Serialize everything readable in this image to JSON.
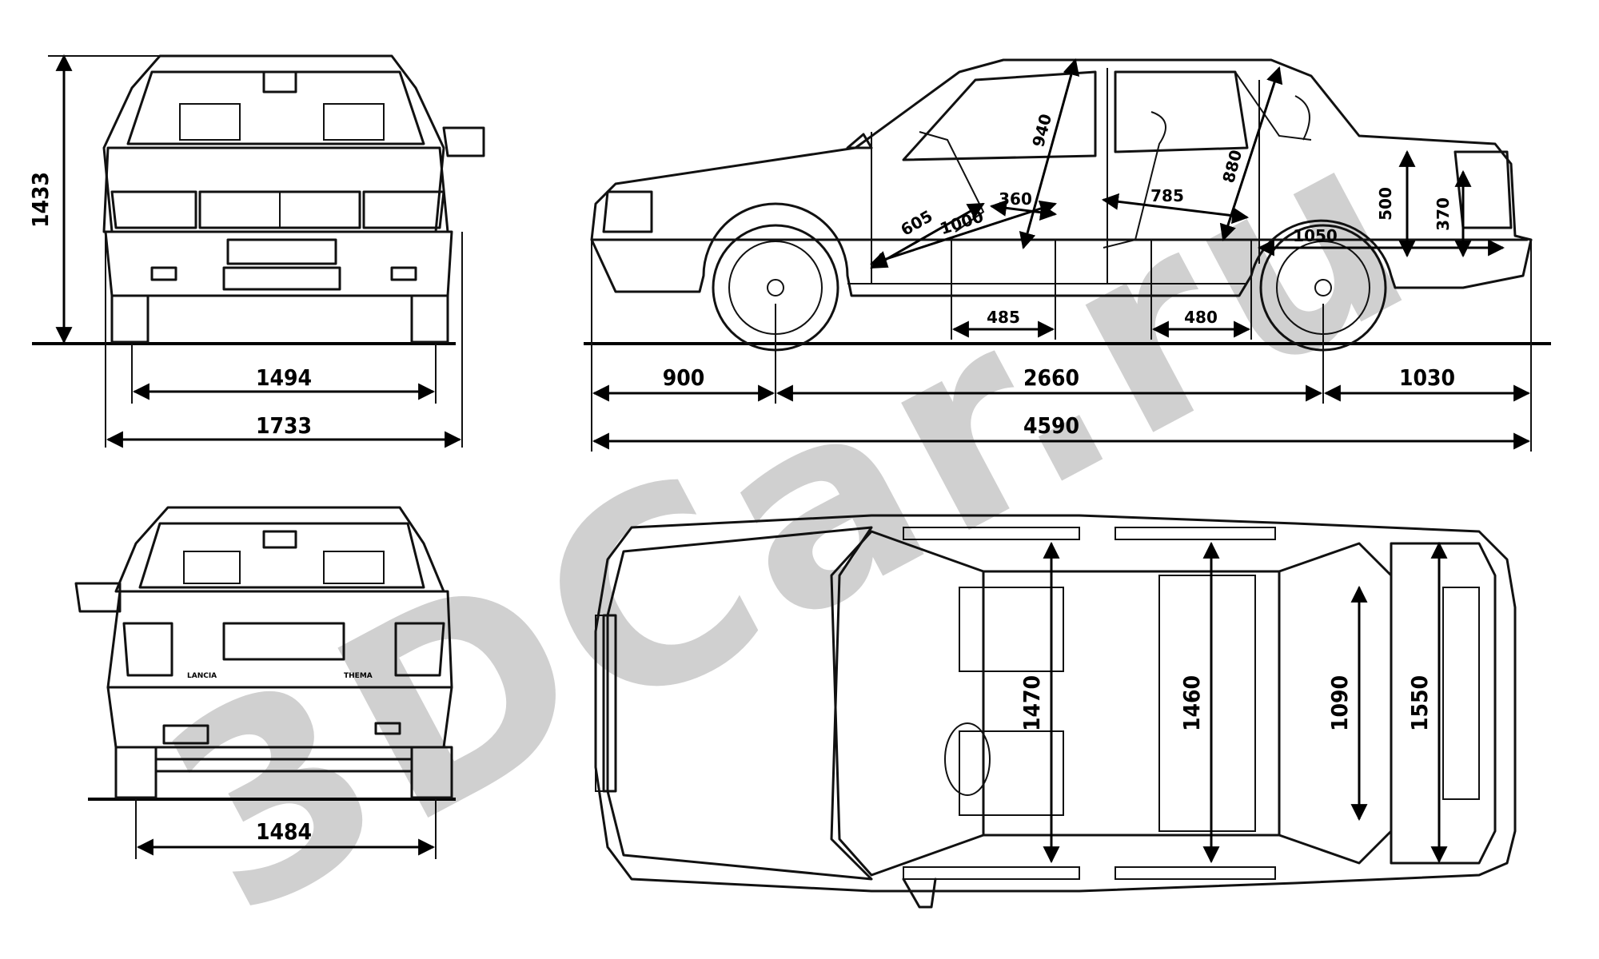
{
  "watermark": "3DCar.ru",
  "front_view": {
    "overall_height": "1433",
    "track": "1494",
    "overall_width": "1733"
  },
  "rear_view": {
    "track": "1484",
    "badge_left": "LANCIA",
    "badge_right": "THEMA"
  },
  "side_view": {
    "front_overhang": "900",
    "wheelbase": "2660",
    "rear_overhang": "1030",
    "overall_length": "4590",
    "interior": {
      "front_headroom": "940",
      "rear_headroom": "880",
      "front_seat_to_pedal": "1000",
      "front_cushion": "605",
      "front_cushion_depth": "360",
      "rear_legroom": "785",
      "trunk_height": "500",
      "trunk_height_inner": "370",
      "trunk_length": "1050",
      "front_seat_height": "485",
      "rear_seat_height": "480"
    }
  },
  "top_view": {
    "front_shoulder_width": "1470",
    "rear_shoulder_width": "1460",
    "trunk_width_inner": "1090",
    "trunk_width": "1550"
  }
}
